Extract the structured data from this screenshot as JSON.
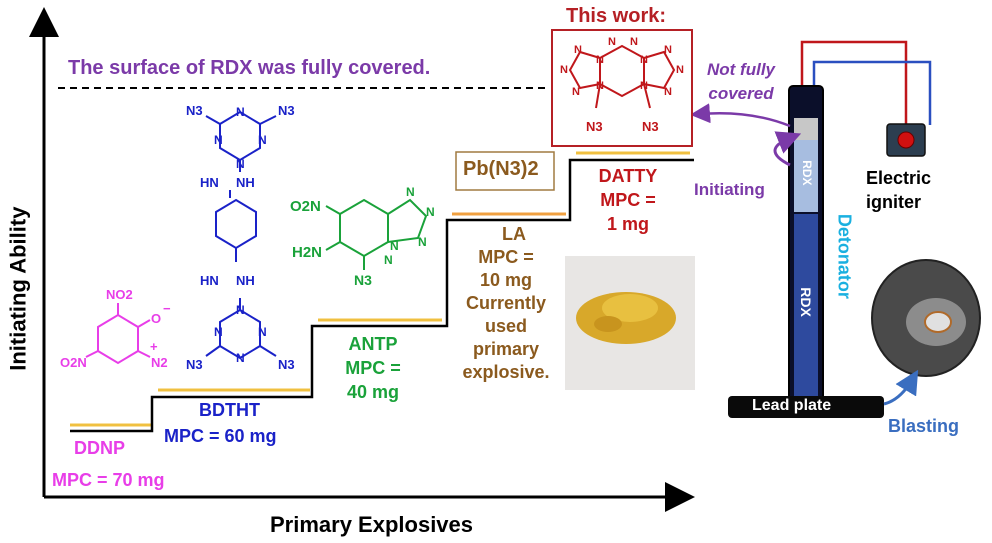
{
  "axes": {
    "x_label": "Primary Explosives",
    "y_label": "Initiating Ability"
  },
  "headline": "The surface of RDX was fully covered.",
  "this_work_label": "This work:",
  "explosives": [
    {
      "name": "DDNP",
      "mpc": "MPC = 70 mg",
      "color": "#e83ee8"
    },
    {
      "name": "BDTHT",
      "mpc": "MPC = 60 mg",
      "color": "#1a22c8"
    },
    {
      "name": "ANTP",
      "mpc_line1": "MPC =",
      "mpc_line2": "40 mg",
      "color": "#1aa23a"
    },
    {
      "name": "LA",
      "lines": [
        "MPC =",
        "10 mg",
        "Currently",
        "used",
        "primary",
        "explosive."
      ],
      "color": "#8b5a1e"
    },
    {
      "name": "DATTY",
      "mpc_line1": "MPC =",
      "mpc_line2": "1 mg",
      "color": "#c0171b"
    }
  ],
  "formula_box": "Pb(N3)2",
  "annotations": {
    "not_fully_covered_1": "Not fully",
    "not_fully_covered_2": "covered",
    "initiating": "Initiating",
    "electric_igniter_1": "Electric",
    "electric_igniter_2": "igniter",
    "detonator": "Detonator",
    "rdx_top": "RDX",
    "rdx_main": "RDX",
    "lead_plate": "Lead plate",
    "blasting": "Blasting"
  },
  "structure_atoms": {
    "ddnp": [
      "NO2",
      "O",
      "−",
      "+",
      "N2",
      "O2N"
    ],
    "bdtht": [
      "N3",
      "N3",
      "N",
      "N",
      "N",
      "N",
      "HN",
      "NH",
      "HN",
      "NH",
      "N",
      "N",
      "N",
      "N",
      "N3",
      "N3"
    ],
    "antp": [
      "O2N",
      "H2N",
      "N",
      "N",
      "N",
      "N",
      "N",
      "N3"
    ],
    "datty": [
      "N",
      "N",
      "N",
      "N",
      "N",
      "N",
      "N",
      "N",
      "N",
      "N",
      "N",
      "N",
      "N3",
      "N3"
    ]
  },
  "colors": {
    "step_line": "#000000",
    "step_highlight": "#f0c040",
    "la_highlight": "#f0a040",
    "this_work": "#b52025",
    "arrow_purple": "#7b3aa8",
    "detonator_cyan": "#1ab0e0",
    "blasting_blue": "#3a6ec0",
    "wire_red": "#c0171b",
    "wire_blue": "#2a4fc0"
  }
}
